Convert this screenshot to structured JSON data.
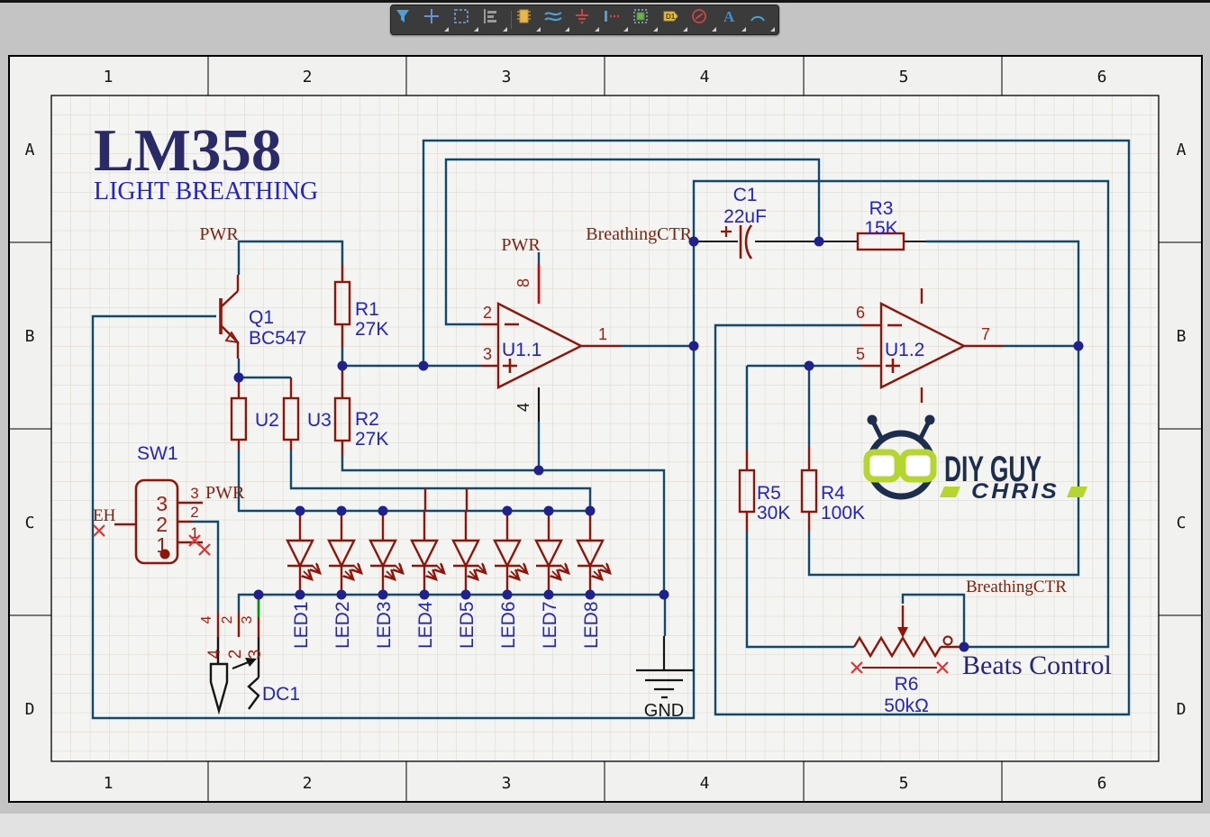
{
  "toolbar": {
    "icons": [
      {
        "name": "filter"
      },
      {
        "name": "crosshair"
      },
      {
        "name": "selection-box"
      },
      {
        "name": "align"
      },
      {
        "name": "ic-symbol"
      },
      {
        "name": "wire"
      },
      {
        "name": "ground"
      },
      {
        "name": "bus-probe"
      },
      {
        "name": "pcb-module"
      },
      {
        "name": "net-flag",
        "label": "D1"
      },
      {
        "name": "no-connect"
      },
      {
        "name": "text-tool",
        "label": "A"
      },
      {
        "name": "arc-tool"
      }
    ]
  },
  "frame": {
    "columns": [
      "1",
      "2",
      "3",
      "4",
      "5",
      "6"
    ],
    "rows": [
      "A",
      "B",
      "C",
      "D"
    ]
  },
  "title": {
    "main": "LM358",
    "subtitle": "LIGHT BREATHING"
  },
  "nets": {
    "pwr_q1": "PWR",
    "pwr_u1": "PWR",
    "pwr_sw1": "PWR",
    "breathing_top": "BreathingCTR",
    "breathing_pot": "BreathingCTR",
    "gnd": "GND"
  },
  "components": {
    "q1": {
      "ref": "Q1",
      "value": "BC547"
    },
    "r1": {
      "ref": "R1",
      "value": "27K"
    },
    "r2": {
      "ref": "R2",
      "value": "27K"
    },
    "r3": {
      "ref": "R3",
      "value": "15K"
    },
    "r4": {
      "ref": "R4",
      "value": "100K"
    },
    "r5": {
      "ref": "R5",
      "value": "30K"
    },
    "r6": {
      "ref": "R6",
      "value": "50kΩ"
    },
    "c1": {
      "ref": "C1",
      "value": "22uF"
    },
    "u1a": {
      "ref": "U1.1"
    },
    "u1b": {
      "ref": "U1.2"
    },
    "u2": {
      "ref": "U2"
    },
    "u3": {
      "ref": "U3"
    },
    "sw1": {
      "ref": "SW1"
    },
    "dc1": {
      "ref": "DC1"
    }
  },
  "pins": {
    "u1a": {
      "inv": "2",
      "nin": "3",
      "out": "1",
      "vcc": "8",
      "gnd": "4"
    },
    "u1b": {
      "inv": "6",
      "nin": "5",
      "out": "7"
    },
    "sw1": {
      "body": [
        "3",
        "2",
        "1"
      ],
      "right": [
        "3",
        "2",
        "1"
      ],
      "left": "EH"
    },
    "dc1": [
      "4",
      "2",
      "3"
    ]
  },
  "leds": [
    "LED1",
    "LED2",
    "LED3",
    "LED4",
    "LED5",
    "LED6",
    "LED7",
    "LED8"
  ],
  "annotations": {
    "beats": "Beats Control"
  },
  "logo": {
    "line1": "DIY GUY",
    "line2": "CHRIS"
  },
  "colors": {
    "wire": "#10496d",
    "symbol": "#8f1409",
    "label": "#2323c3",
    "net_label": "#7d220f",
    "junction": "#20208f",
    "power_wire": "#d40000",
    "green_wire": "#0b8f0b",
    "lime": "#b5d531",
    "navy": "#1d2d4e"
  }
}
